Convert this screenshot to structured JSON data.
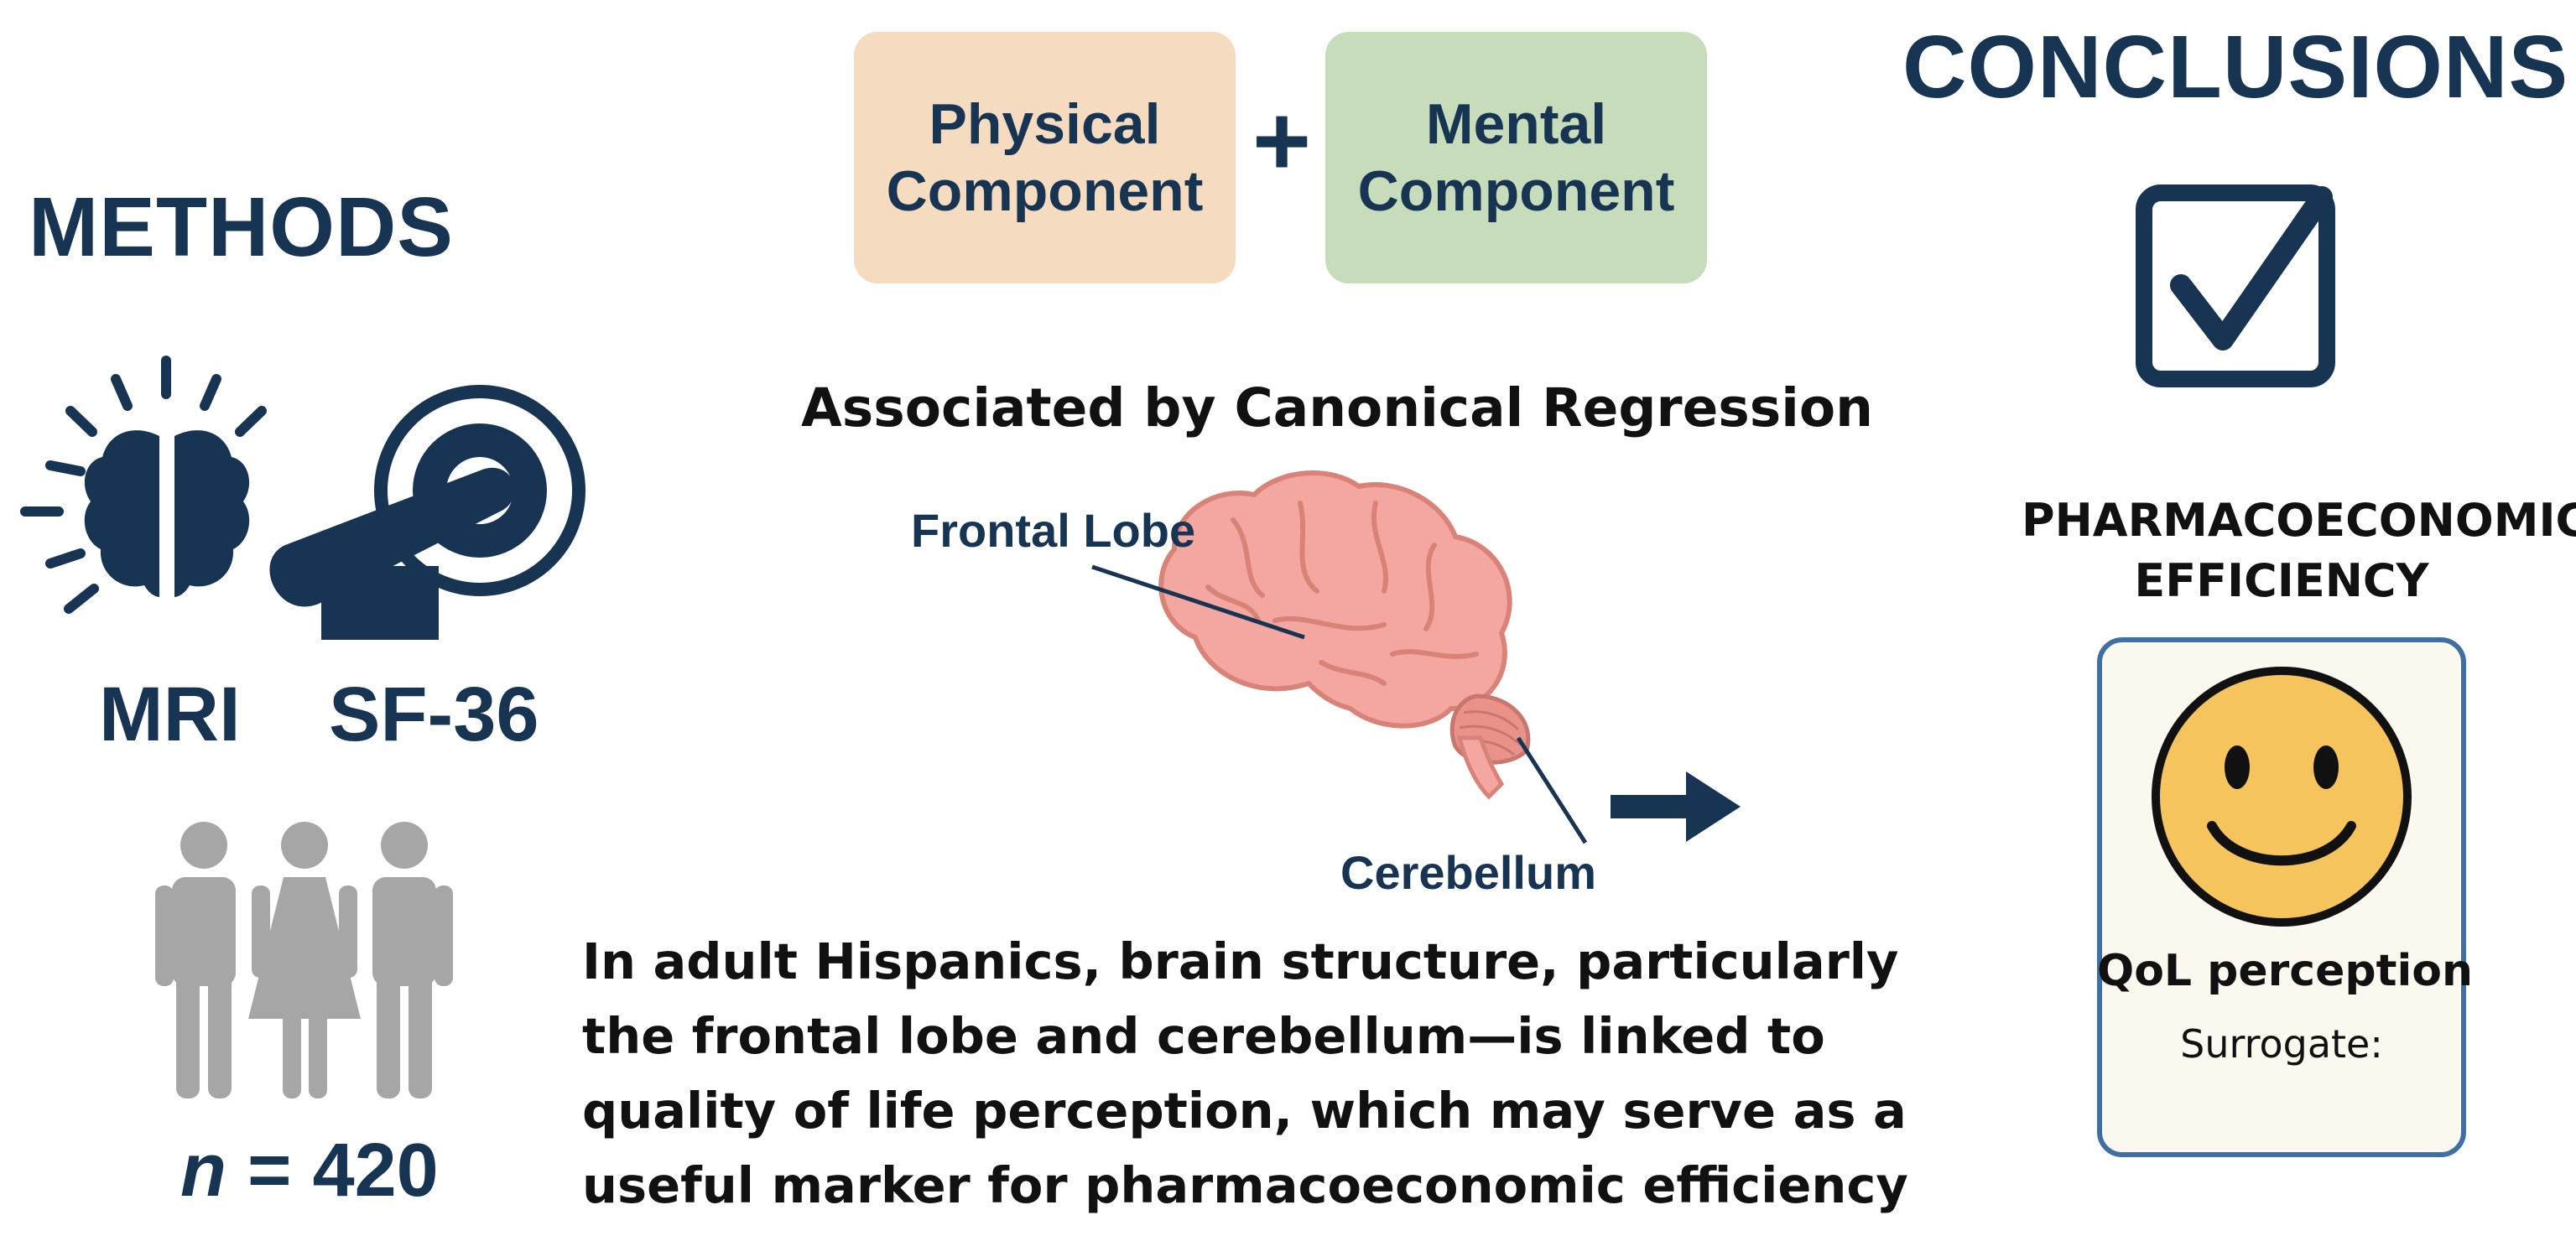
{
  "methods": {
    "title": "METHODS",
    "mri_label": "MRI",
    "sf36_label": "SF-36",
    "n_symbol": "n",
    "n_value": "= 420"
  },
  "components": {
    "physical": [
      "Physical",
      "Component"
    ],
    "plus": "+",
    "mental": [
      "Mental",
      "Component"
    ]
  },
  "regression_label": "Associated by Canonical Regression",
  "brain": {
    "frontal_label": "Frontal Lobe",
    "cerebellum_label": "Cerebellum"
  },
  "summary_lines": [
    "In adult Hispanics, brain structure,  particularly",
    "the frontal lobe and cerebellum—is linked to",
    "quality of life perception, which may serve as a",
    "useful marker for pharmacoeconomic efficiency"
  ],
  "conclusions": {
    "title": "CONCLUSIONS",
    "pharma_lines": [
      "PHARMACOECONOMIC",
      "EFFICIENCY"
    ],
    "qol_label": "QoL perception",
    "surrogate_label": "Surrogate:"
  },
  "colors": {
    "navy": "#173452",
    "physical_box": "#f5dcc0",
    "mental_box": "#c6dcba",
    "brain_pink": "#f4a7a0",
    "people_gray": "#a6a6a6",
    "smiley_yellow": "#f6c45c",
    "card_border": "#3f6fa3"
  },
  "icons": [
    "brain-icon",
    "mri-scanner-icon",
    "people-icon",
    "arrow-right-icon",
    "checkbox-icon",
    "smiley-icon"
  ]
}
